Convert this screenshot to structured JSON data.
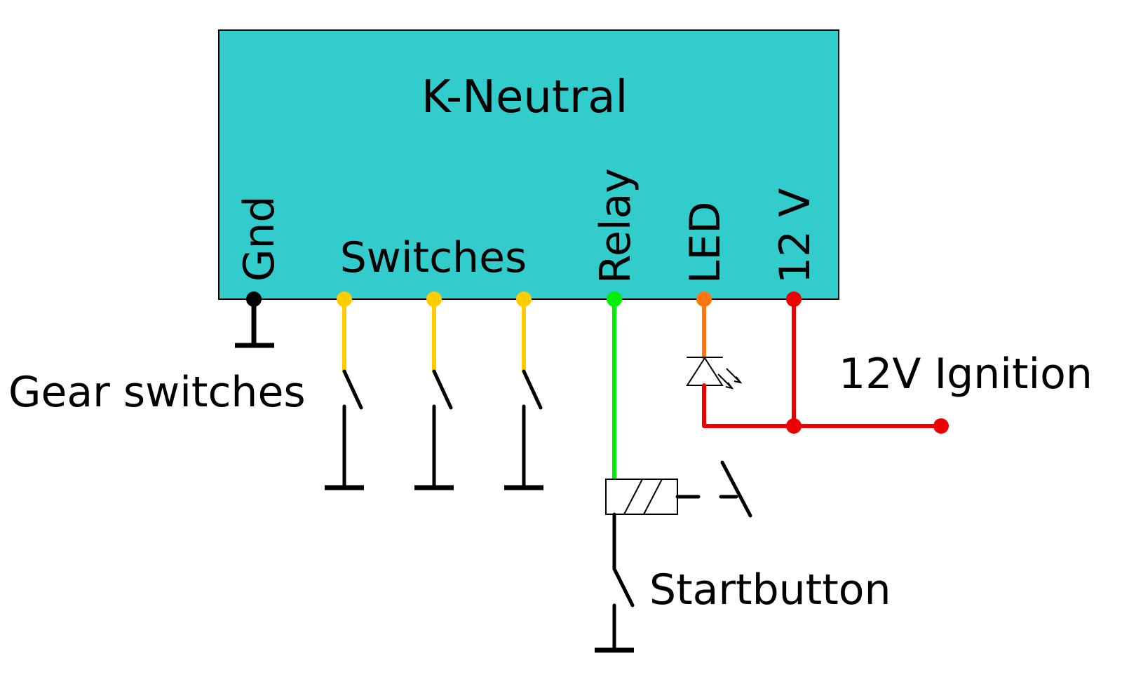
{
  "module": {
    "title": "K-Neutral",
    "color": "#33CCCC",
    "pins": [
      {
        "label": "Gnd",
        "color": "#000000"
      },
      {
        "label": "Switches",
        "color": "#FFCC00"
      },
      {
        "label": "Relay",
        "color": "#00EE00"
      },
      {
        "label": "LED",
        "color": "#FF7711"
      },
      {
        "label": "12 V",
        "color": "#EE0000"
      }
    ]
  },
  "labels": {
    "gear_switches": "Gear switches",
    "ignition": "12V Ignition",
    "startbutton": "Startbutton"
  }
}
